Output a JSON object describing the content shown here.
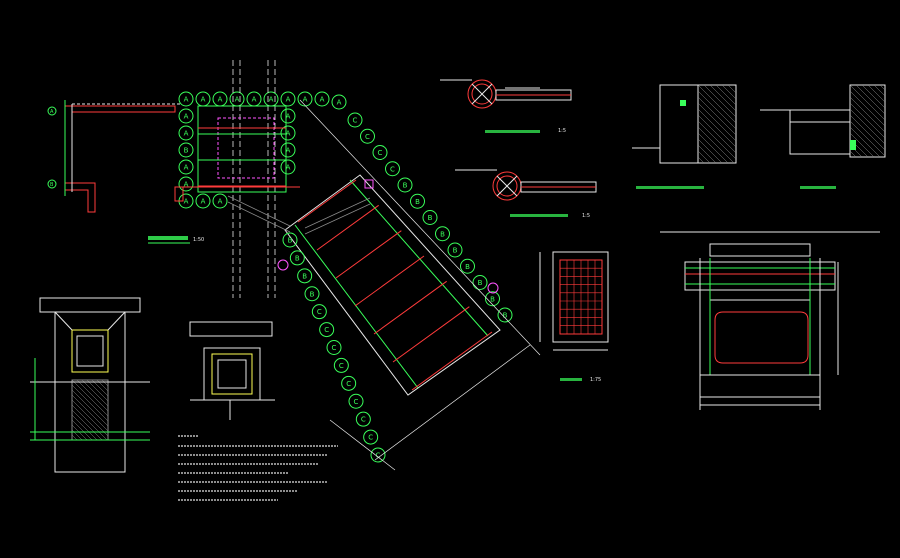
{
  "colors": {
    "background": "#000000",
    "pile": "#39ff5a",
    "beam": "#ff3b3b",
    "dim": "#e8e8e8",
    "hatch": "#8a8a8a",
    "axis": "#ff55ff",
    "anno": "#ffff55",
    "detail": "#33e5ff"
  },
  "pile_labels": {
    "a": "A",
    "b": "B",
    "c": "C"
  },
  "views": {
    "plan_scale": "1:50",
    "detail_a_scale": "1:5",
    "detail_b_scale": "1:5",
    "section_scale": "1:75"
  },
  "axis_marks": [
    "A",
    "B"
  ]
}
